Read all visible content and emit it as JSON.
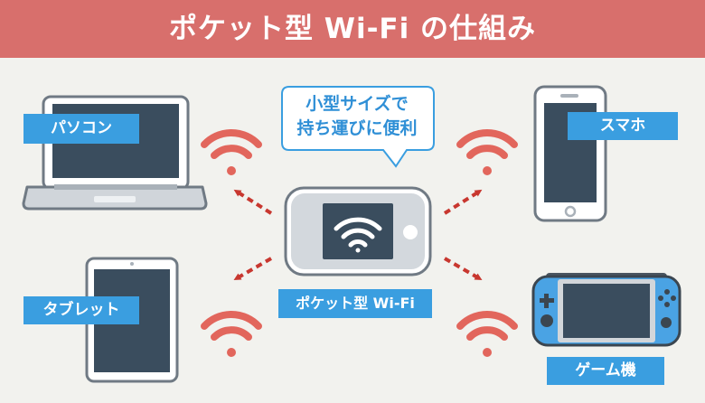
{
  "header": {
    "title": "ポケット型 Wi-Fi の仕組み"
  },
  "callout": {
    "line1": "小型サイズで",
    "line2": "持ち運びに便利"
  },
  "center_device": {
    "label": "ポケット型 Wi-Fi",
    "icon": "wifi-icon"
  },
  "devices": {
    "laptop": {
      "label": "パソコン",
      "icon": "laptop-icon"
    },
    "smartphone": {
      "label": "スマホ",
      "icon": "smartphone-icon"
    },
    "tablet": {
      "label": "タブレット",
      "icon": "tablet-icon"
    },
    "game_console": {
      "label": "ゲーム機",
      "icon": "game-console-icon"
    }
  },
  "colors": {
    "banner": "#d86f6c",
    "label_bg": "#3a9ee0",
    "wifi_signal": "#e2665c",
    "arrow": "#c8372f",
    "callout_border": "#3a9ee0"
  }
}
